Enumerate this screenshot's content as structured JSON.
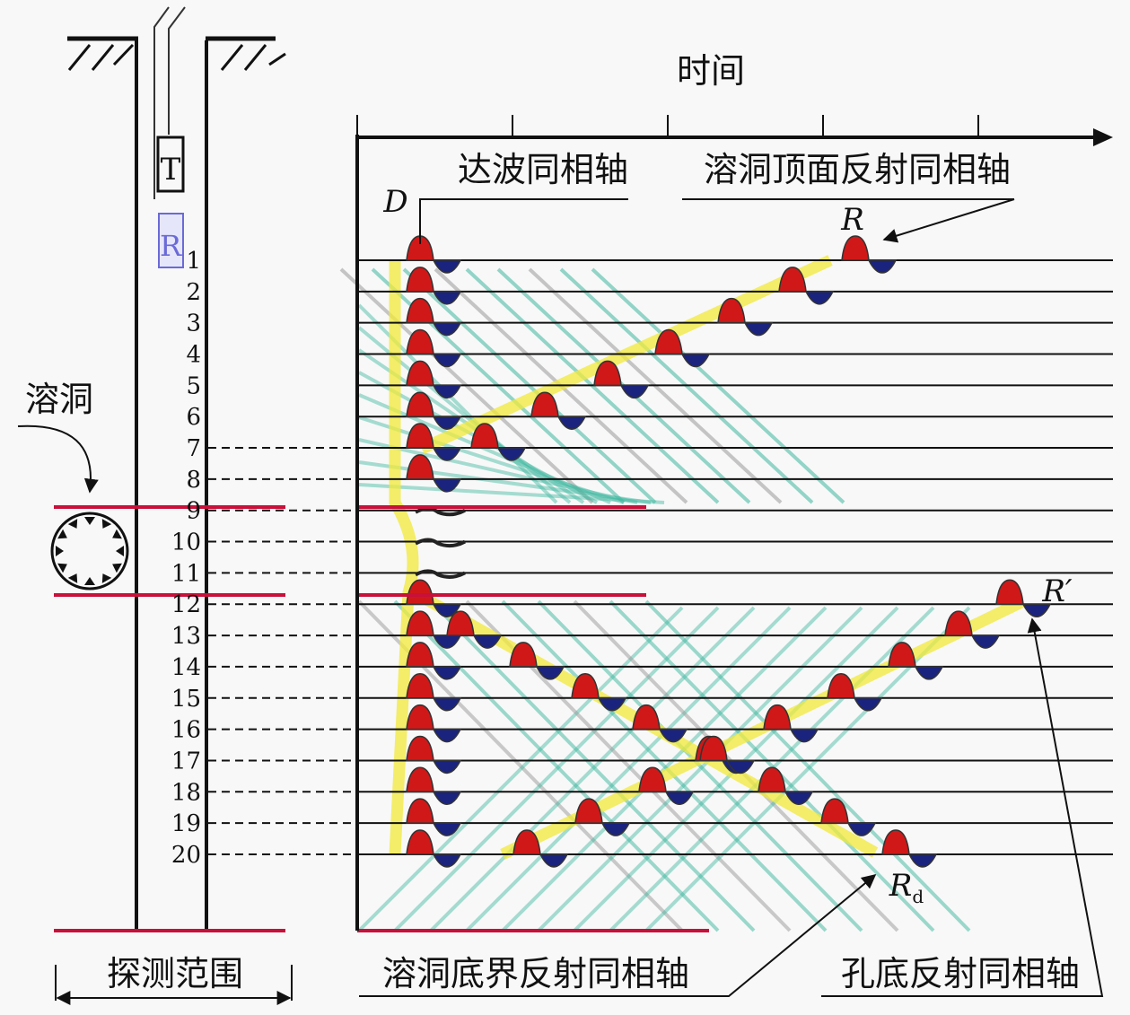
{
  "labels": {
    "time_axis": "时间",
    "direct_wave": "达波同相轴",
    "top_reflection": "溶洞顶面反射同相轴",
    "bottom_reflection": "溶洞底界反射同相轴",
    "hole_bottom_reflection": "孔底反射同相轴",
    "detection_range": "探测范围",
    "cavity": "溶洞",
    "transmitter": "T",
    "receiver": "R",
    "D": "D",
    "R": "R",
    "R_prime": "R′",
    "Rd_main": "R",
    "Rd_sub": "d"
  },
  "receiver_numbers": [
    "1",
    "2",
    "3",
    "4",
    "5",
    "6",
    "7",
    "8",
    "9",
    "10",
    "11",
    "12",
    "13",
    "14",
    "15",
    "16",
    "17",
    "18",
    "19",
    "20"
  ],
  "colors": {
    "line": "#111111",
    "red": "#c8103a",
    "peak": "#d01818",
    "trough": "#1a237e",
    "yellow": "#f2ea3a",
    "teal": "#3fb8a0",
    "gray": "#9a9a9a",
    "receiver": "#6a6ad8"
  }
}
